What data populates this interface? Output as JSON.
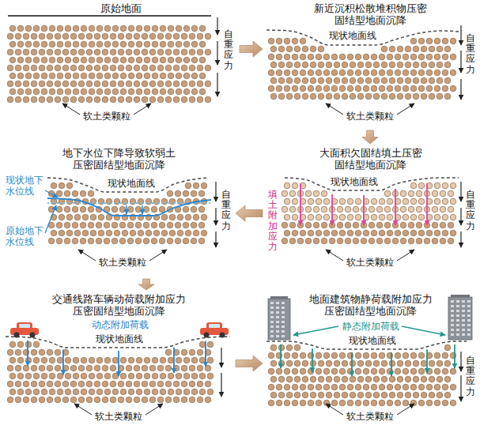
{
  "diagram": {
    "nodes": [
      {
        "text": [
          "原始地面",
          "自重应力",
          "软土类颗粒"
        ]
      },
      {
        "text": [
          "新近沉积松散堆积物压密 固结型地面沉降",
          "现状地面线",
          "自重应力",
          "软土类颗粒"
        ]
      },
      {
        "text": [
          "地下水位下降导致软弱土 压密固结型地面沉降",
          "现状地面线",
          "现状地下 水位线",
          "原始地下 水位线",
          "自重应力",
          "软土类颗粒"
        ]
      },
      {
        "text": [
          "大面积欠固结填土压密 固结型地面沉降",
          "现状地面线",
          "填土附加应力",
          "自重应力",
          "软土类颗粒"
        ]
      },
      {
        "text": [
          "交通线路车辆动荷载附加应力 压密固结型地面沉降",
          "动态附加荷载",
          "现状地面线",
          "软土类颗粒"
        ]
      },
      {
        "text": [
          "地面建筑物静荷载附加应力 压密固结型地面沉降",
          "静态附加荷载",
          "现状地面线",
          "自重应力",
          "软土类颗粒"
        ]
      }
    ],
    "edges": [
      {
        "from": 0,
        "to": 1,
        "arrow": "to"
      },
      {
        "from": 1,
        "to": 3,
        "arrow": "to"
      },
      {
        "from": 3,
        "to": 2,
        "arrow": "to"
      },
      {
        "from": 2,
        "to": 4,
        "arrow": "to"
      },
      {
        "from": 4,
        "to": 5,
        "arrow": "to"
      }
    ]
  }
}
